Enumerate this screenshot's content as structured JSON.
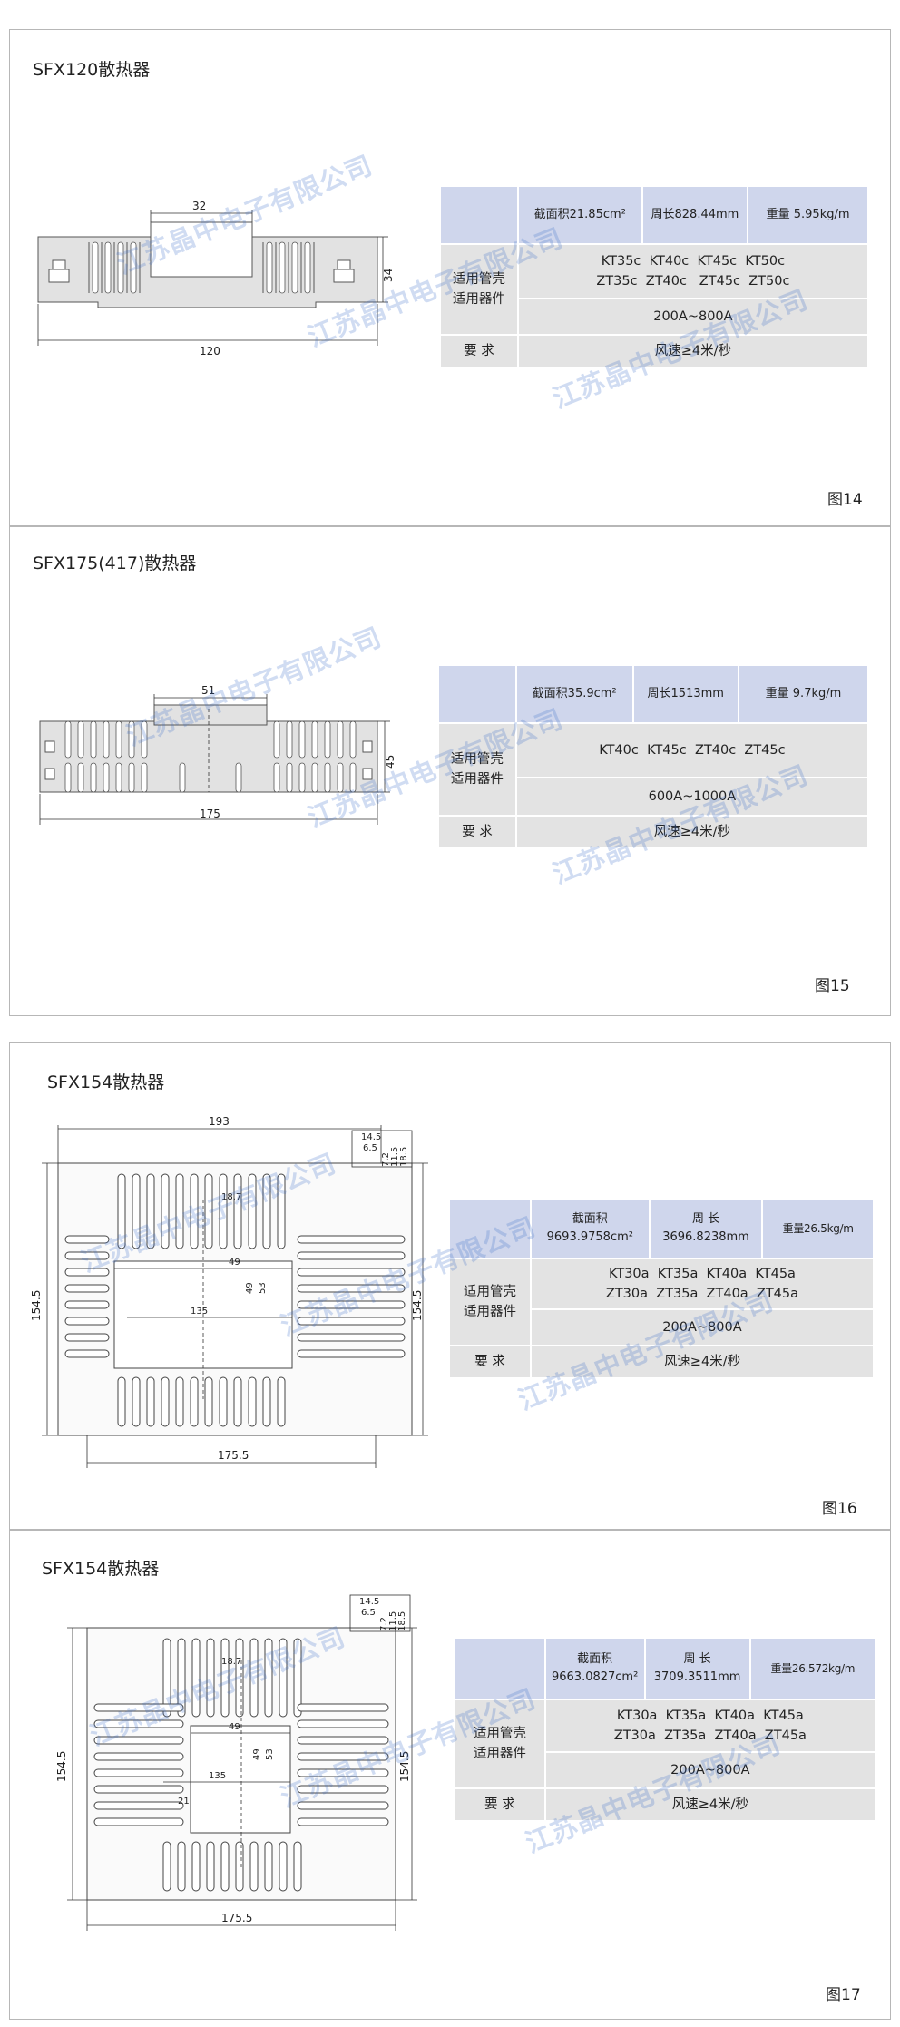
{
  "watermark": "江苏晶中电子有限公司",
  "colors": {
    "header_blue": "#cfd6ec",
    "cell_gray": "#e3e3e3",
    "watermark": "#3c6ec8",
    "profile_fill": "#e2e2e2"
  },
  "panels": [
    {
      "title": "SFX120散热器",
      "figure": "图14",
      "dims": {
        "width": "120",
        "height": "34",
        "slot": "32"
      },
      "header": [
        "截面积21.85cm²",
        "周长828.44mm",
        "重量 5.95kg/m"
      ],
      "label_devices": "适用管壳\n适用器件",
      "devices": [
        "KT35c  KT40c  KT45c  KT50c",
        "ZT35c  ZT40c   ZT45c  ZT50c"
      ],
      "current": "200A~800A",
      "label_req": "要  求",
      "requirement": "风速≥4米/秒"
    },
    {
      "title": "SFX175(417)散热器",
      "figure": "图15",
      "dims": {
        "width": "175",
        "height": "45",
        "slot": "51"
      },
      "header": [
        "截面积35.9cm²",
        "周长1513mm",
        "重量 9.7kg/m"
      ],
      "label_devices": "适用管壳\n适用器件",
      "devices": [
        "KT40c  KT45c  ZT40c  ZT45c"
      ],
      "current": "600A~1000A",
      "label_req": "要  求",
      "requirement": "风速≥4米/秒"
    },
    {
      "title": "SFX154散热器",
      "figure": "图16",
      "dims": {
        "top": "193",
        "bottom": "175.5",
        "left": "154.5",
        "right": "154.5",
        "inner_h": "49",
        "inner_v": "49",
        "inner_v2": "53",
        "center": "135",
        "fin": "18.7",
        "small": [
          "14.5",
          "6.5",
          "7.2",
          "11.5",
          "18.5"
        ]
      },
      "header": [
        "截面积\n9693.9758cm²",
        "周  长\n3696.8238mm",
        "重量26.5kg/m"
      ],
      "label_devices": "适用管壳\n适用器件",
      "devices": [
        "KT30a  KT35a  KT40a  KT45a",
        "ZT30a  ZT35a  ZT40a  ZT45a"
      ],
      "current": "200A~800A",
      "label_req": "要  求",
      "requirement": "风速≥4米/秒"
    },
    {
      "title": "SFX154散热器",
      "figure": "图17",
      "dims": {
        "bottom": "175.5",
        "left": "154.5",
        "right": "154.5",
        "inner_h": "49",
        "inner_v": "49",
        "inner_v2": "53",
        "center": "135",
        "fin": "18.7",
        "foot": "21",
        "small": [
          "14.5",
          "6.5",
          "7.2",
          "11.5",
          "18.5"
        ]
      },
      "header": [
        "截面积\n9663.0827cm²",
        "周  长\n3709.3511mm",
        "重量26.572kg/m"
      ],
      "label_devices": "适用管壳\n适用器件",
      "devices": [
        "KT30a  KT35a  KT40a  KT45a",
        "ZT30a  ZT35a  ZT40a  ZT45a"
      ],
      "current": "200A~800A",
      "label_req": "要  求",
      "requirement": "风速≥4米/秒"
    }
  ]
}
